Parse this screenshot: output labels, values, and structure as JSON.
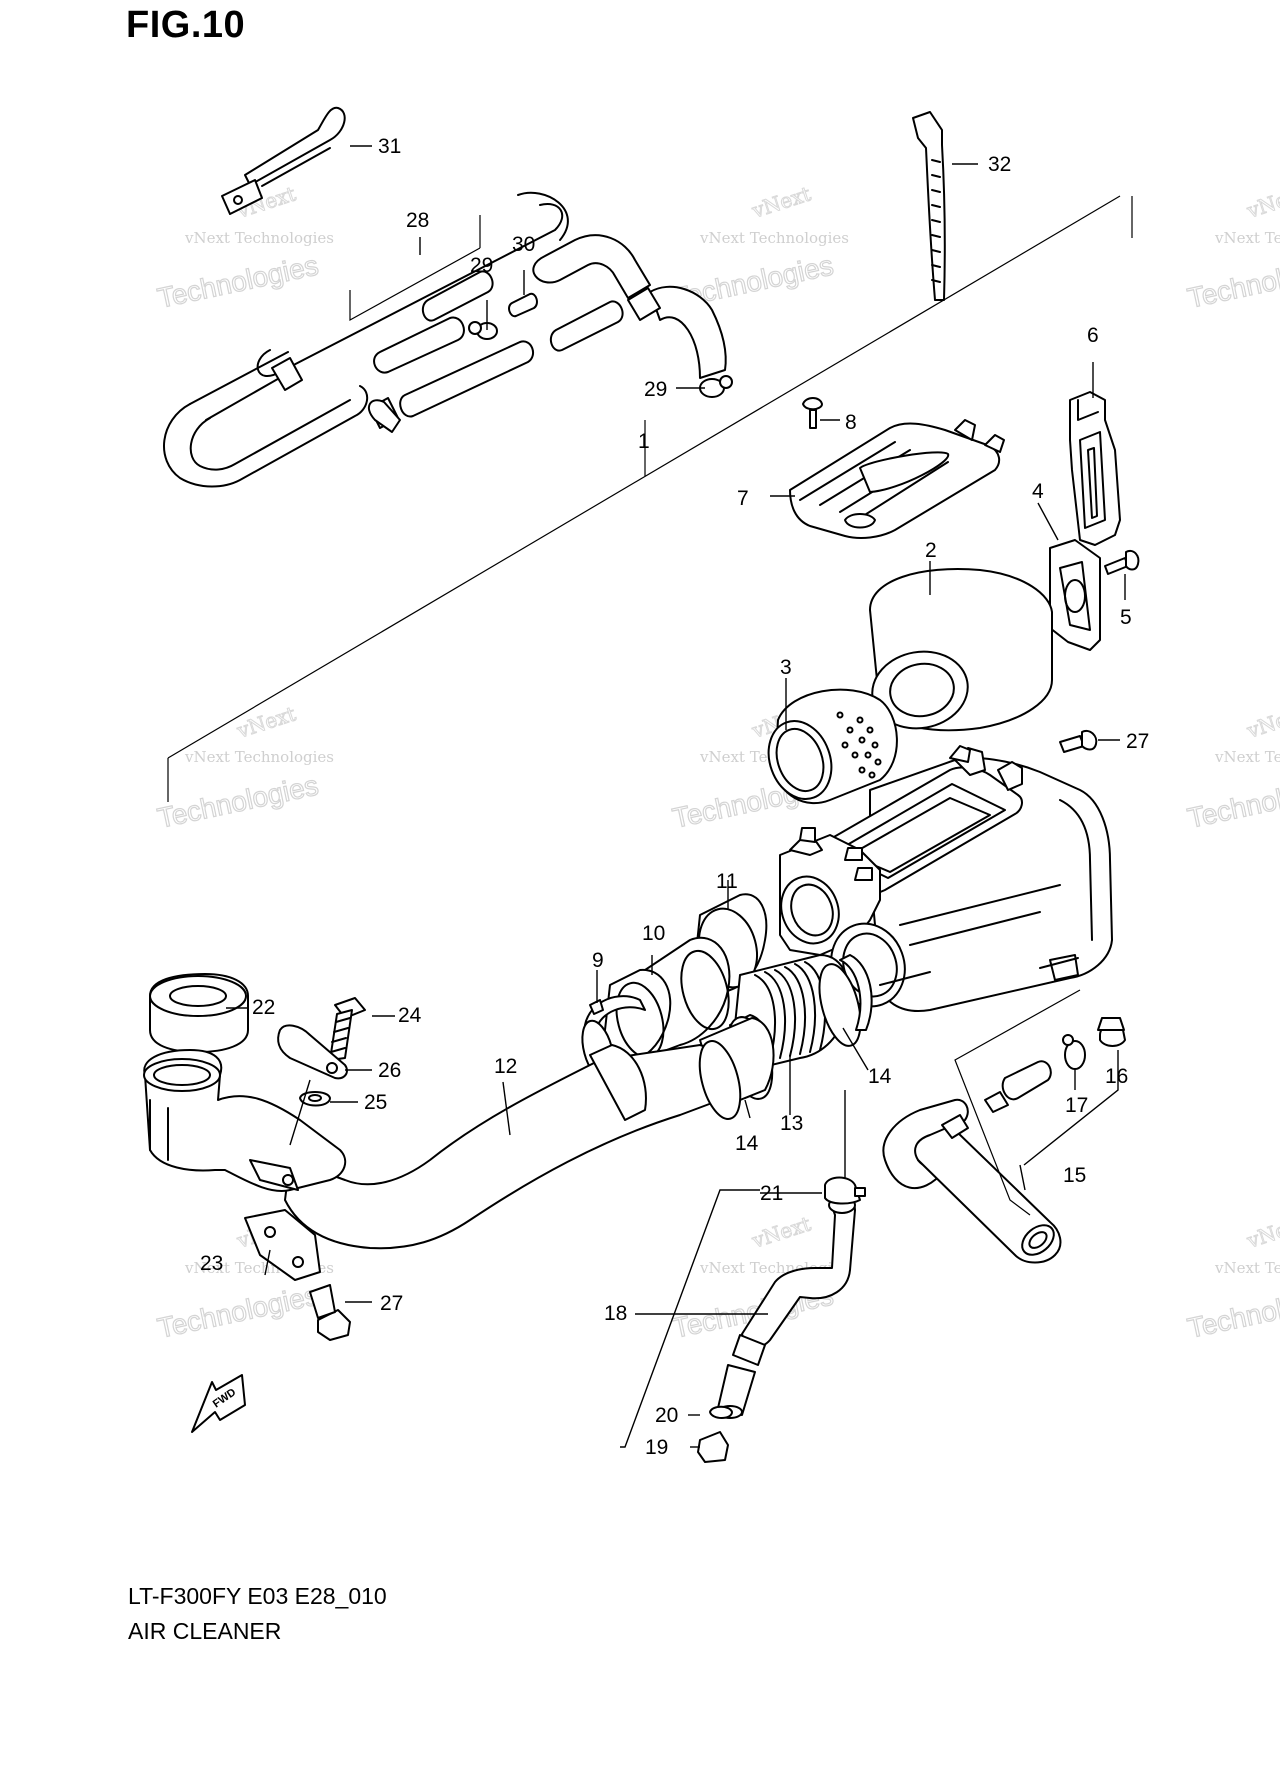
{
  "figure": {
    "title": "FIG.10"
  },
  "caption": {
    "model": "LT-F300FY E03 E28_010",
    "name": "AIR CLEANER"
  },
  "watermark": {
    "line1": "vNext Technologies",
    "line2": "Technologies",
    "line3": "vNext"
  },
  "fwd_label": "FWD",
  "callouts": {
    "c1": "1",
    "c2": "2",
    "c3": "3",
    "c4": "4",
    "c5": "5",
    "c6": "6",
    "c7": "7",
    "c8": "8",
    "c9": "9",
    "c10": "10",
    "c11": "11",
    "c12": "12",
    "c13": "13",
    "c14a": "14",
    "c14b": "14",
    "c15": "15",
    "c16": "16",
    "c17": "17",
    "c18": "18",
    "c19": "19",
    "c20": "20",
    "c21": "21",
    "c22": "22",
    "c23": "23",
    "c24": "24",
    "c25": "25",
    "c26": "26",
    "c27a": "27",
    "c27b": "27",
    "c28": "28",
    "c29a": "29",
    "c29b": "29",
    "c30": "30",
    "c31": "31",
    "c32": "32"
  },
  "colors": {
    "line": "#000000",
    "background": "#ffffff",
    "watermark": "#cfcfcf"
  }
}
